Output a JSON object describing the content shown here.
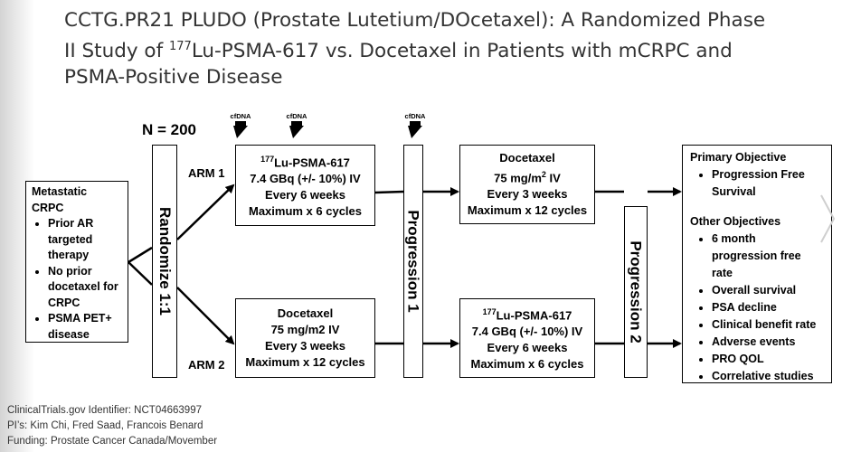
{
  "title": {
    "line1": "CCTG.PR21 PLUDO (Prostate Lutetium/DOcetaxel): A Randomized Phase",
    "line2_pre": "II Study of ",
    "line2_sup": "177",
    "line2_post": "Lu-PSMA-617 vs. Docetaxel in Patients with mCRPC and",
    "line3": "PSMA-Positive Disease"
  },
  "n_label": "N = 200",
  "cfdna": [
    "cfDNA",
    "cfDNA",
    "cfDNA"
  ],
  "eligibility": {
    "header": "Metastatic CRPC",
    "items": [
      "Prior AR targeted therapy",
      "No prior docetaxel for CRPC",
      "PSMA PET+ disease"
    ]
  },
  "randomize": "Randomize 1:1",
  "arm1_label": "ARM 1",
  "arm2_label": "ARM 2",
  "arm1_box1": {
    "sup": "177",
    "name": "Lu-PSMA-617",
    "dose": "7.4 GBq (+/- 10%) IV",
    "schedule": "Every 6 weeks",
    "max": "Maximum x 6 cycles"
  },
  "arm2_box1": {
    "name": "Docetaxel",
    "dose": "75 mg/m2 IV",
    "schedule": "Every 3 weeks",
    "max": "Maximum x 12 cycles"
  },
  "progression1": "Progression 1",
  "arm1_box2": {
    "name": "Docetaxel",
    "dose_pre": "75 mg/m",
    "dose_sup": "2",
    "dose_post": " IV",
    "schedule": "Every 3 weeks",
    "max": "Maximum x 12 cycles"
  },
  "arm2_box2": {
    "sup": "177",
    "name": "Lu-PSMA-617",
    "dose": "7.4 GBq (+/- 10%) IV",
    "schedule": "Every 6 weeks",
    "max": "Maximum x 6 cycles"
  },
  "progression2": "Progression 2",
  "objectives": {
    "primary_header": "Primary Objective",
    "primary_items": [
      "Progression Free Survival"
    ],
    "other_header": "Other Objectives",
    "other_items": [
      "6 month progression free rate",
      "Overall survival",
      "PSA decline",
      "Clinical benefit rate",
      "Adverse events",
      "PRO QOL",
      "Correlative studies"
    ]
  },
  "footer": {
    "identifier": "ClinicalTrials.gov Identifier: NCT04663997",
    "pis": "PI’s: Kim Chi, Fred Saad, Francois Benard",
    "funding": "Funding: Prostate Cancer Canada/Movember"
  }
}
